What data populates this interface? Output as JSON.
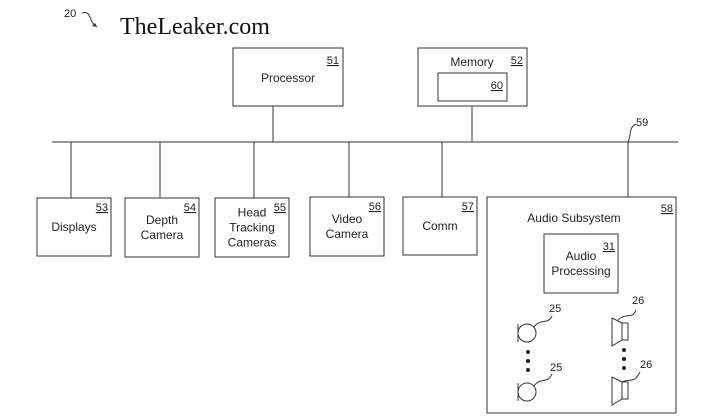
{
  "figure_ref": "20",
  "bus_ref": "59",
  "processor": {
    "label": "Processor",
    "ref": "51"
  },
  "memory": {
    "label": "Memory",
    "ref": "52",
    "inner_ref": "60"
  },
  "devices": [
    {
      "lines": [
        "Displays"
      ],
      "ref": "53"
    },
    {
      "lines": [
        "Depth",
        "Camera"
      ],
      "ref": "54"
    },
    {
      "lines": [
        "Head",
        "Tracking",
        "Cameras"
      ],
      "ref": "55"
    },
    {
      "lines": [
        "Video",
        "Camera"
      ],
      "ref": "56"
    },
    {
      "lines": [
        "Comm"
      ],
      "ref": "57"
    }
  ],
  "audio": {
    "title": "Audio Subsystem",
    "ref": "58",
    "processing_lines": [
      "Audio",
      "Processing"
    ],
    "processing_ref": "31",
    "mic_ref": "25",
    "speaker_ref": "26"
  },
  "watermark": "TheLeaker.com"
}
